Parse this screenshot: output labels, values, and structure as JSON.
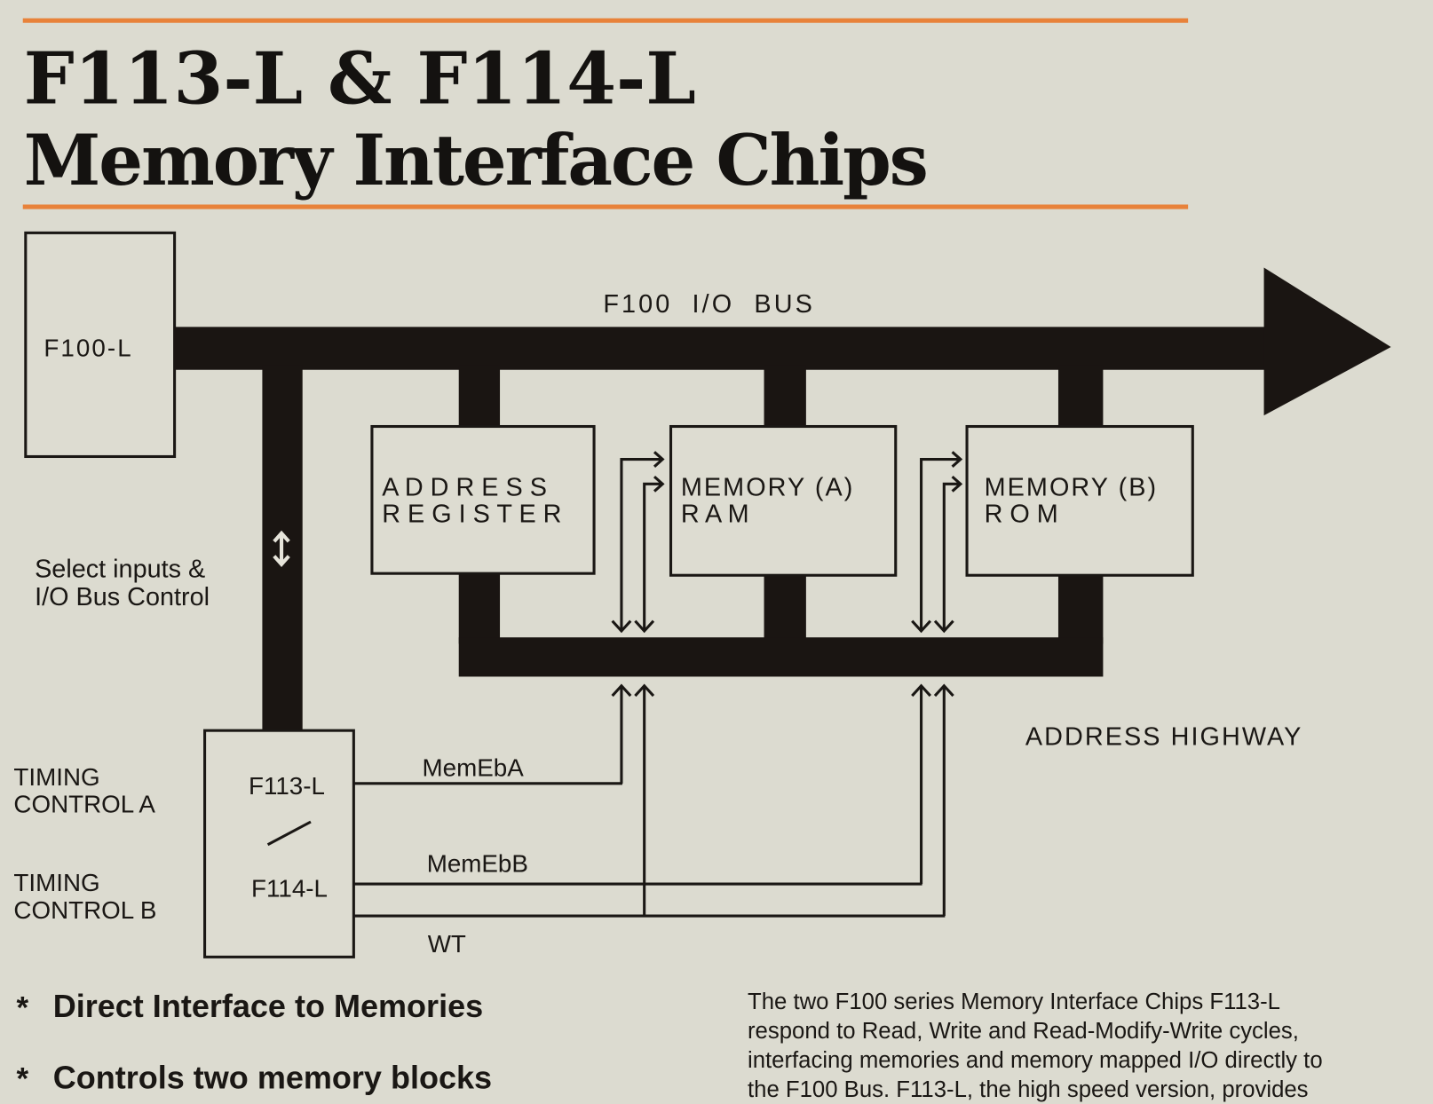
{
  "title": {
    "line1": "F113-L & F114-L",
    "line2": "Memory Interface Chips"
  },
  "colors": {
    "accent": "#e8823a",
    "ink": "#1a1512",
    "paper": "#dcdbd0"
  },
  "diagram": {
    "cpu": "F100-L",
    "bus_label": "F100  I/O  BUS",
    "blocks": [
      {
        "line1": "A D D R E S S",
        "line2": "R E G I S T E R"
      },
      {
        "line1": "MEMORY (A)",
        "line2": "R A M"
      },
      {
        "line1": "MEMORY (B)",
        "line2": "R O M"
      }
    ],
    "address_highway": "ADDRESS HIGHWAY",
    "select_label": {
      "line1": "Select inputs &",
      "line2": "I/O Bus Control"
    },
    "bidirectional_icon": "up-down-arrow-icon",
    "chip": {
      "top": "F113-L",
      "bottom": "F114-L"
    },
    "timing_a": {
      "line1": "TIMING",
      "line2": "CONTROL A"
    },
    "timing_b": {
      "line1": "TIMING",
      "line2": "CONTROL B"
    },
    "signals": [
      "MemEbA",
      "MemEbB",
      "WT"
    ]
  },
  "bullets": [
    "Direct Interface to Memories",
    "Controls two memory blocks"
  ],
  "bullet_marker": "*",
  "paragraph": [
    "The two F100 series Memory Interface Chips F113-L",
    "respond to Read, Write and Read-Modify-Write cycles,",
    "interfacing memories and memory mapped I/O directly to",
    "the F100 Bus. F113-L, the high speed version, provides"
  ]
}
